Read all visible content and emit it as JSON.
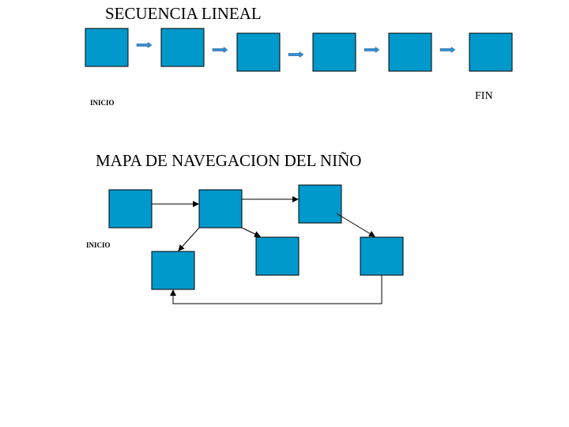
{
  "linear_sequence": {
    "title": "SECUENCIA LINEAL",
    "start_label": "INICIO",
    "end_label": "FIN",
    "node_count": 6
  },
  "navigation_map": {
    "title": "MAPA DE NAVEGACION DEL NIÑO",
    "start_label": "INICIO",
    "node_count": 6
  },
  "colors": {
    "node_fill": "#0099cc",
    "node_stroke": "#000000",
    "arrow_fill": "#2e8fd6",
    "line": "#000000"
  }
}
